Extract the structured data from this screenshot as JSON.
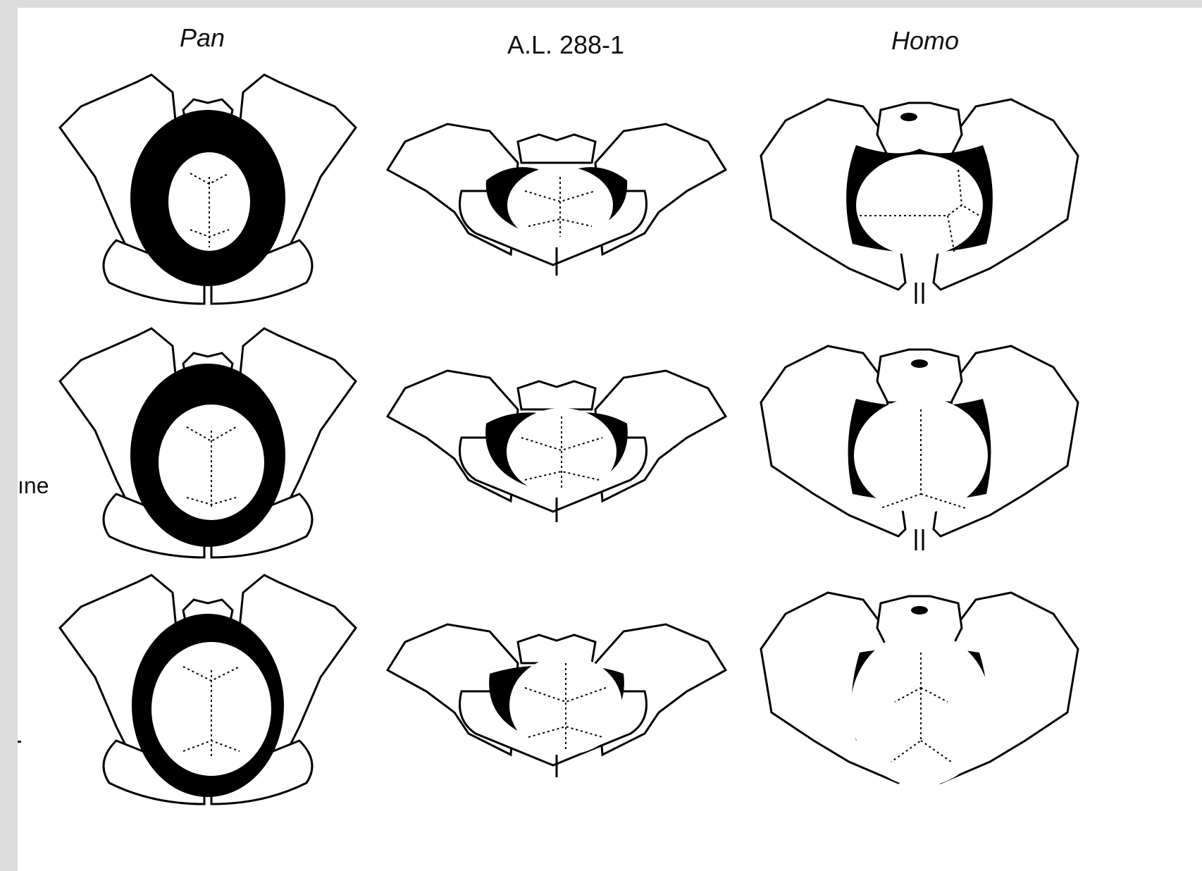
{
  "columns": [
    {
      "key": "pan",
      "title": "Pan",
      "italic": true
    },
    {
      "key": "al",
      "title": "A.L. 288-1",
      "italic": false
    },
    {
      "key": "homo",
      "title": "Homo",
      "italic": true
    }
  ],
  "side_label": "ıne",
  "colors": {
    "ink": "#000000",
    "paper": "#ffffff",
    "frame": "#dcdcdc"
  }
}
